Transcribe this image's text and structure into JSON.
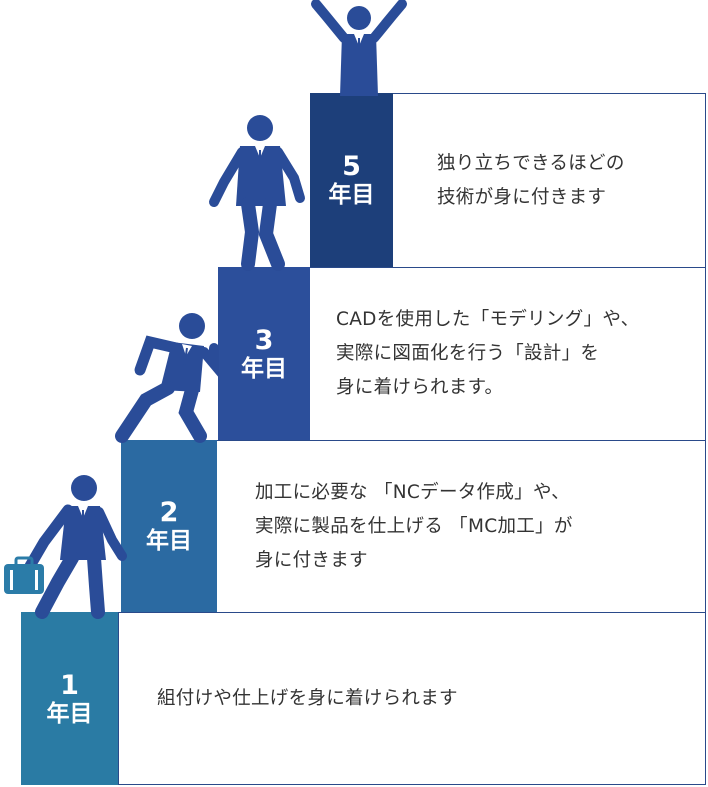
{
  "steps": [
    {
      "num": "1",
      "unit": "年目",
      "text": "組付けや仕上げを身に着けられます",
      "color": "#2a7ba4"
    },
    {
      "num": "2",
      "unit": "年目",
      "text": "加工に必要な 「NCデータ作成」や、\n実際に製品を仕上げる 「MC加工」が\n身に付きます",
      "color": "#2b6aa2"
    },
    {
      "num": "3",
      "unit": "年目",
      "text": "CADを使用した「モデリング」や、\n実際に図面化を行う「設計」を\n身に着けられます。",
      "color": "#2c4f9b"
    },
    {
      "num": "5",
      "unit": "年目",
      "text": "独り立ちできるほどの\n技術が身に付きます",
      "color": "#1d3f7a"
    }
  ],
  "colors": {
    "figure": "#2a4c98",
    "briefcase": "#2b7ca8",
    "border": "#2a4a8a"
  }
}
